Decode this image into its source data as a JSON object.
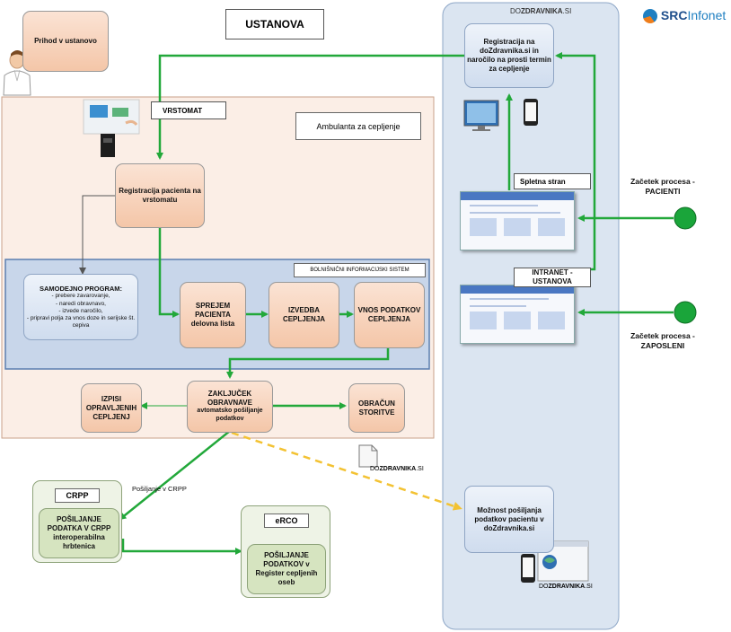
{
  "title": "USTANOVA",
  "brand": {
    "src": "SRC",
    "infonet": "Infonet",
    "color_orange": "#ee7d1b",
    "color_blue": "#1f7fc1"
  },
  "dozdravnika_logo": {
    "do": "DO",
    "zdravnika": "ZDRAVNIKA",
    "si": ".SI"
  },
  "prihod": "Prihod v ustanovo",
  "vrstomat": "VRSTOMAT",
  "ambulanta": "Ambulanta za cepljenje",
  "registracija_pacienta": "Registracija pacienta na\nvrstomatu",
  "bis": "BOLNIŠNIČNI INFORMACIJSKI SISTEM",
  "samodejno": {
    "title": "SAMODEJNO PROGRAM:",
    "lines": "- prebere zavarovanje,\n- naredi obravnavo,\n- izvede naročilo,\n- pripravi polja za vnos doze in serijske št. cepiva"
  },
  "sprejem": "SPREJEM\nPACIENTA\ndelovna lista",
  "izvedba": "IZVEDBA CEPLJENJA",
  "vnos": "VNOS PODATKOV\nCEPLJENJA",
  "zakljucek": {
    "title": "ZAKLJUČEK\nOBRAVNAVE",
    "sub": "avtomatsko pošiljanje\npodatkov"
  },
  "izpisi": "IZPISI\nOPRAVLJENIH\nCEPLJENJ",
  "obracun": "OBRAČUN\nSTORITVE",
  "registracija_dozdravnika": "Registracija na\ndoZdravnika.si in\nnaročilo na prosti termin\nza cepljenje",
  "spletna_stran": "Spletna stran",
  "intranet": "INTRANET -\nUSTANOVA",
  "zacetek_pacienti": "Začetek procesa -\nPACIENTI",
  "zacetek_zaposleni": "Začetek procesa -\nZAPOSLENI",
  "moznost": "Možnost pošiljanja\npodatkov pacientu v\ndoZdravnika.si",
  "crpp": {
    "title": "CRPP",
    "content": "POŠILJANJE\nPODATKA V CRPP\ninteroperabilna\nhrbtenica"
  },
  "erco": {
    "title": "eRCO",
    "content": "POŠILJANJE\nPODATKOV  v\nRegister cepljenih\noseb"
  },
  "posiljanje_crpp": "Pošiljanje v CRPP",
  "colors": {
    "arrow_green": "#22a83a",
    "dash_yellow": "#f3c232",
    "peach_bg": "#fbeee6",
    "blue_panel": "#dbe5f1",
    "start_green": "#1aa53a"
  }
}
